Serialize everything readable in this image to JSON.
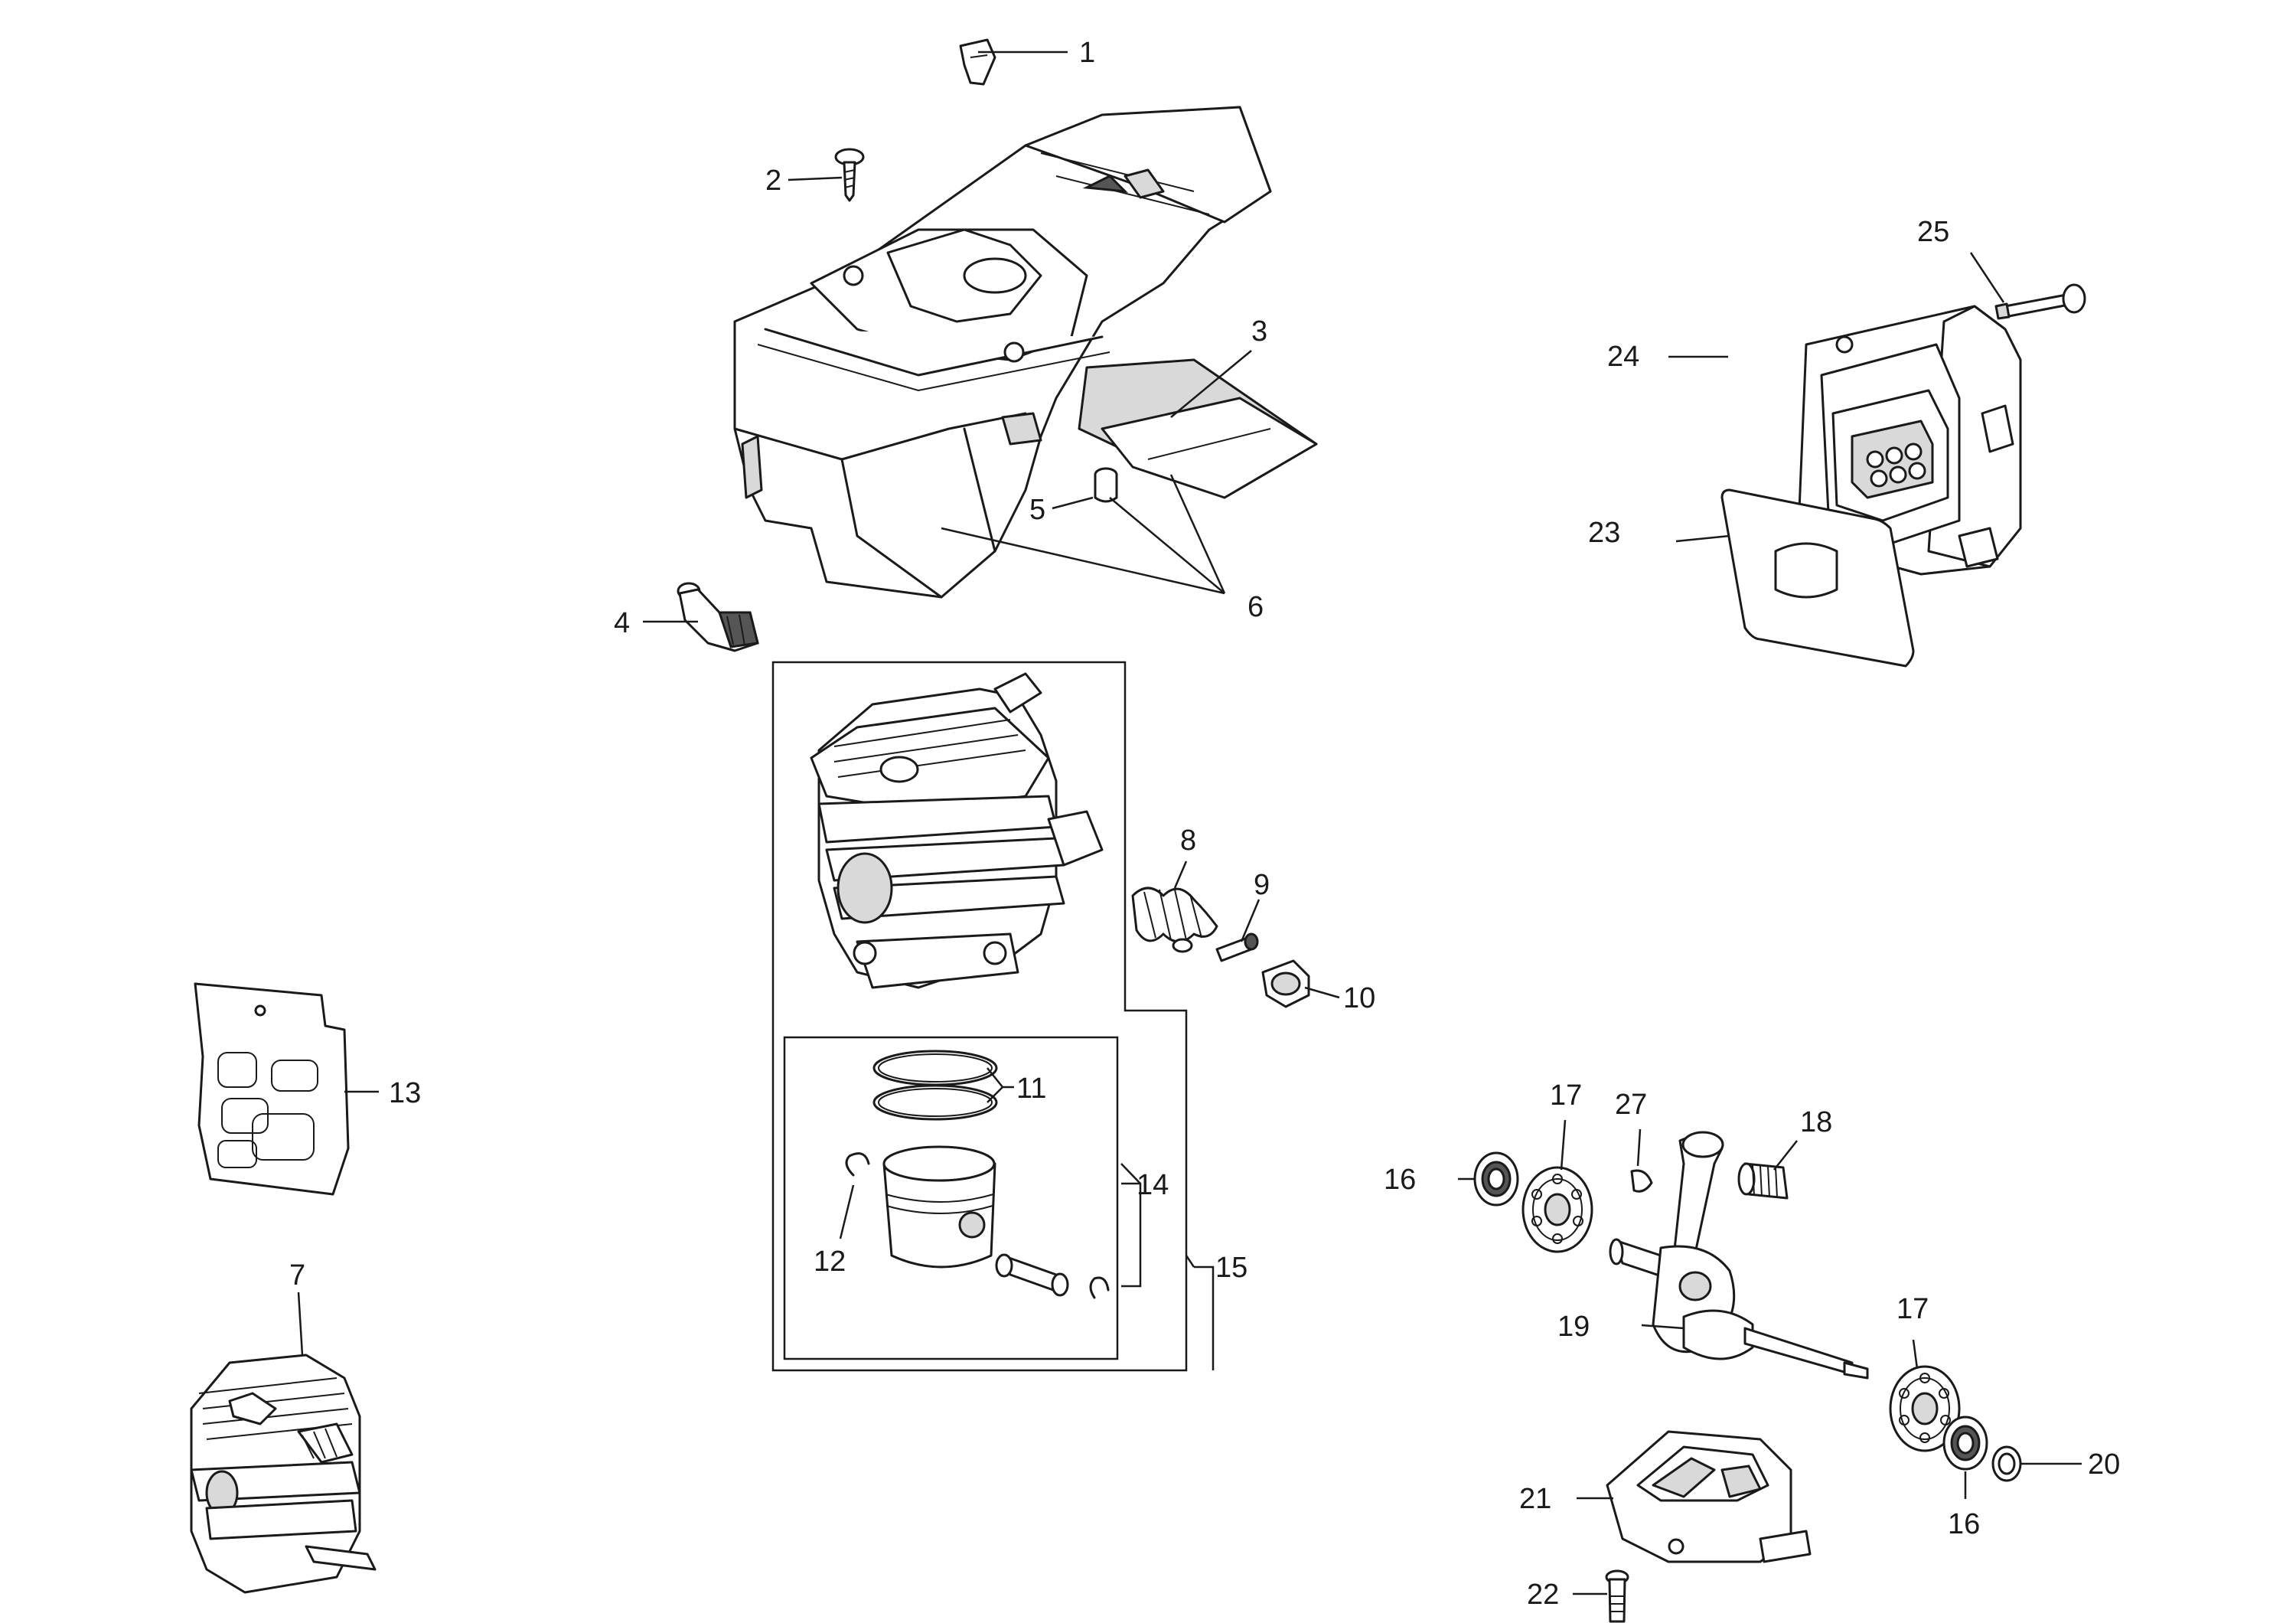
{
  "callouts": {
    "c1": "1",
    "c2": "2",
    "c3": "3",
    "c4": "4",
    "c5": "5",
    "c6": "6",
    "c7": "7",
    "c8": "8",
    "c9": "9",
    "c10": "10",
    "c11": "11",
    "c12": "12",
    "c13": "13",
    "c14": "14",
    "c15": "15",
    "c16a": "16",
    "c16b": "16",
    "c17a": "17",
    "c17b": "17",
    "c18": "18",
    "c19": "19",
    "c20": "20",
    "c21": "21",
    "c22": "22",
    "c23": "23",
    "c24": "24",
    "c25": "25",
    "c27": "27"
  }
}
